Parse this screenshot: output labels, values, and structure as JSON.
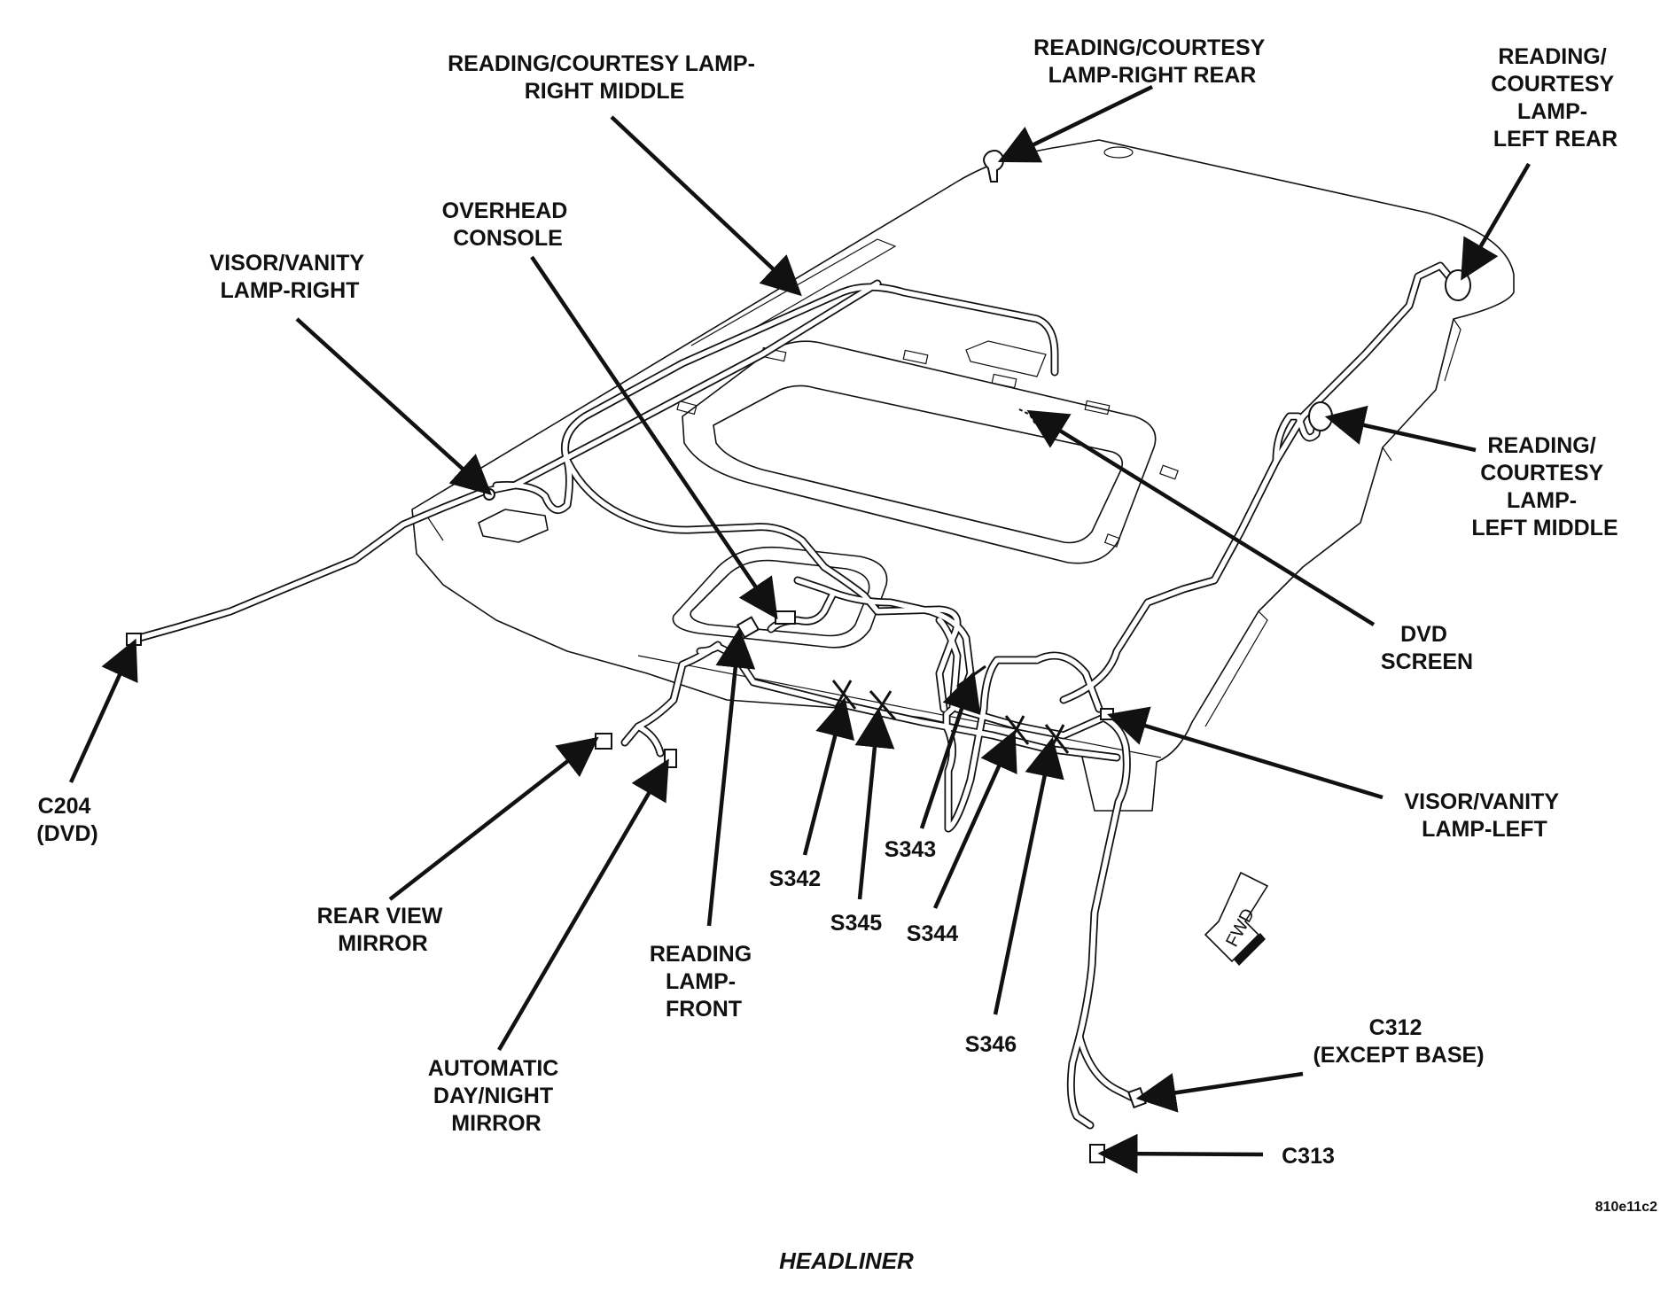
{
  "labels": {
    "reading_courtesy_right_middle": [
      "READING/COURTESY LAMP-",
      "RIGHT MIDDLE"
    ],
    "reading_courtesy_right_rear": [
      "READING/COURTESY",
      "LAMP-RIGHT REAR"
    ],
    "reading_courtesy_left_rear": [
      "READING/",
      "COURTESY",
      "LAMP-",
      "LEFT REAR"
    ],
    "overhead_console": [
      "OVERHEAD",
      "CONSOLE"
    ],
    "visor_vanity_right": [
      "VISOR/VANITY",
      "LAMP-RIGHT"
    ],
    "reading_courtesy_left_middle": [
      "READING/",
      "COURTESY",
      "LAMP-",
      "LEFT MIDDLE"
    ],
    "dvd_screen": [
      "DVD",
      "SCREEN"
    ],
    "c204": [
      "C204",
      "(DVD)"
    ],
    "visor_vanity_left": [
      "VISOR/VANITY",
      "LAMP-LEFT"
    ],
    "s342": [
      "S342"
    ],
    "s343": [
      "S343"
    ],
    "s345": [
      "S345"
    ],
    "s344": [
      "S344"
    ],
    "rear_view_mirror": [
      "REAR VIEW",
      "MIRROR"
    ],
    "reading_lamp_front": [
      "READING",
      "LAMP-",
      "FRONT"
    ],
    "automatic_mirror": [
      "AUTOMATIC",
      "DAY/NIGHT",
      "MIRROR"
    ],
    "s346": [
      "S346"
    ],
    "c312": [
      "C312",
      "(EXCEPT BASE)"
    ],
    "c313": [
      "C313"
    ]
  },
  "fwd_marker": "FWD",
  "figure_code": "810e11c2",
  "caption": "HEADLINER"
}
